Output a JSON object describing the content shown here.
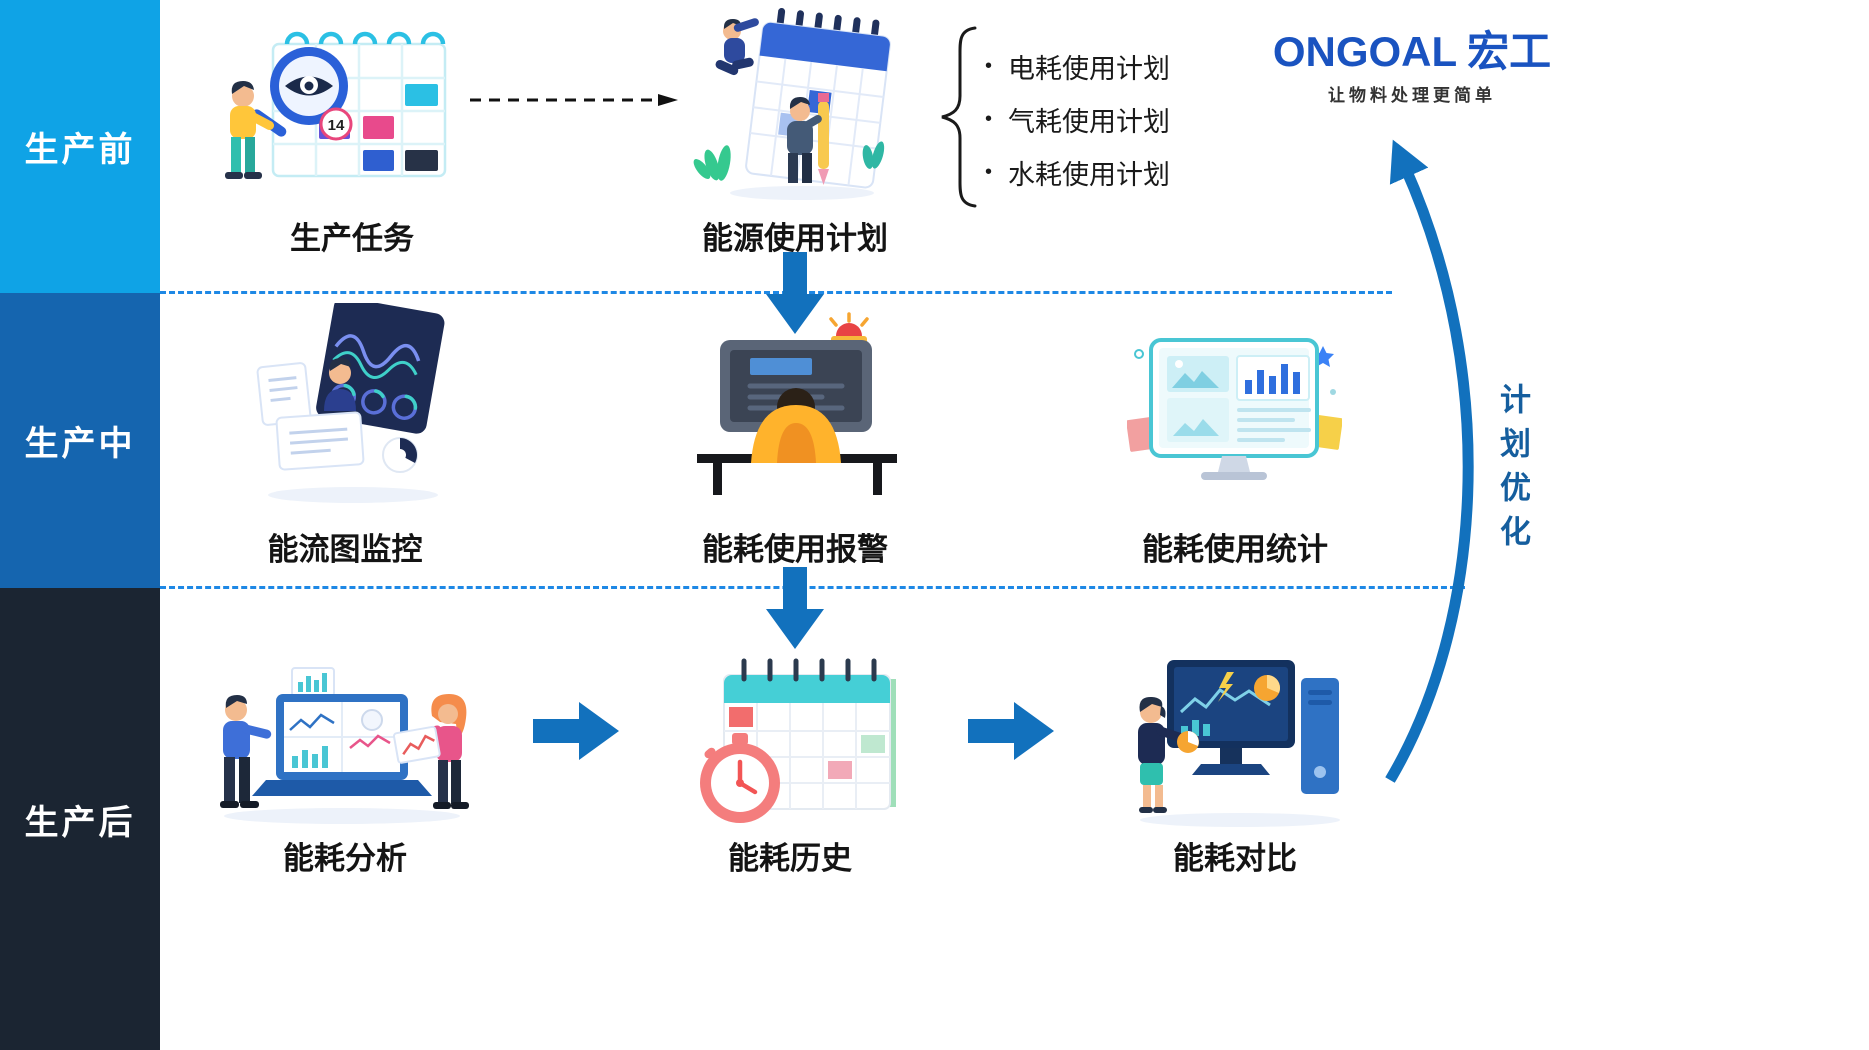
{
  "logo": {
    "brand_en": "ONGOAL",
    "brand_cn": "宏工",
    "tagline": "让物料处理更简单"
  },
  "phases": [
    {
      "label": "生产前"
    },
    {
      "label": "生产中"
    },
    {
      "label": "生产后"
    }
  ],
  "pre_production": {
    "task_label": "生产任务",
    "plan_label": "能源使用计划",
    "calendar_day": "14",
    "bullet": "•",
    "plan_items": [
      {
        "text": "电耗使用计划"
      },
      {
        "text": "气耗使用计划"
      },
      {
        "text": "水耗使用计划"
      }
    ]
  },
  "in_production": {
    "flow_label": "能流图监控",
    "alarm_label": "能耗使用报警",
    "stats_label": "能耗使用统计"
  },
  "post_production": {
    "analysis_label": "能耗分析",
    "history_label": "能耗历史",
    "compare_label": "能耗对比"
  },
  "feedback": {
    "optimize_label": "计划优化"
  },
  "colors": {
    "phase_pre": "#0FA3E6",
    "phase_mid": "#1565AF",
    "phase_post": "#1B2532",
    "arrow_blue": "#1271BD",
    "dashed_line": "#1E88E5",
    "logo_blue": "#1A53C0"
  }
}
